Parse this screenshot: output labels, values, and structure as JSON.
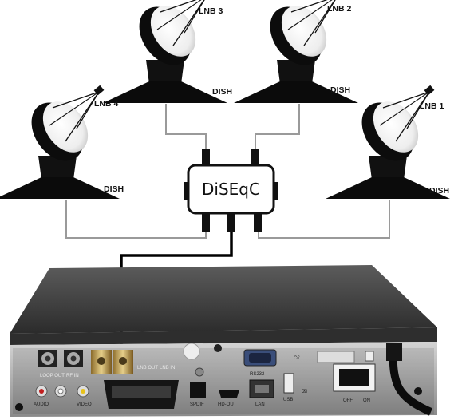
{
  "dishes": [
    {
      "id": "lnb3",
      "lnb_label": "LNB 3",
      "dish_label": "DISH"
    },
    {
      "id": "lnb2",
      "lnb_label": "LNB 2",
      "dish_label": "DISH"
    },
    {
      "id": "lnb4",
      "lnb_label": "LNB 4",
      "dish_label": "DISH"
    },
    {
      "id": "lnb1",
      "lnb_label": "LNB 1",
      "dish_label": "DISH"
    }
  ],
  "switch": {
    "label": "DiSEqC"
  },
  "receiver": {
    "ports": {
      "loop_out": "LOOP OUT",
      "rf_in": "RF IN",
      "lnb_out": "LNB OUT",
      "lnb_in": "LNB IN",
      "rs232": "RS232",
      "spdif": "SPDIF",
      "hdmi": "HD-OUT",
      "lan": "LAN",
      "usb": "USB",
      "audio": "AUDIO",
      "video": "VIDEO",
      "power_off": "OFF",
      "power_on": "ON"
    }
  }
}
